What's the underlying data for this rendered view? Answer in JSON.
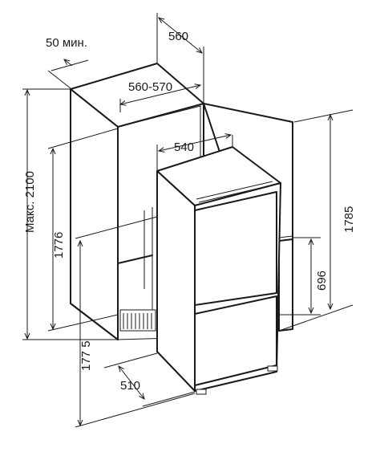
{
  "dimensions": {
    "gap_min": "50 мин.",
    "niche_depth": "560",
    "niche_width": "560-570",
    "fridge_width": "540",
    "max_height": "Макс. 2100",
    "niche_height": "1776",
    "fridge_total_height": "1785",
    "freezer_door_height": "696",
    "fridge_height_alt": "177 5",
    "fridge_depth": "510"
  }
}
